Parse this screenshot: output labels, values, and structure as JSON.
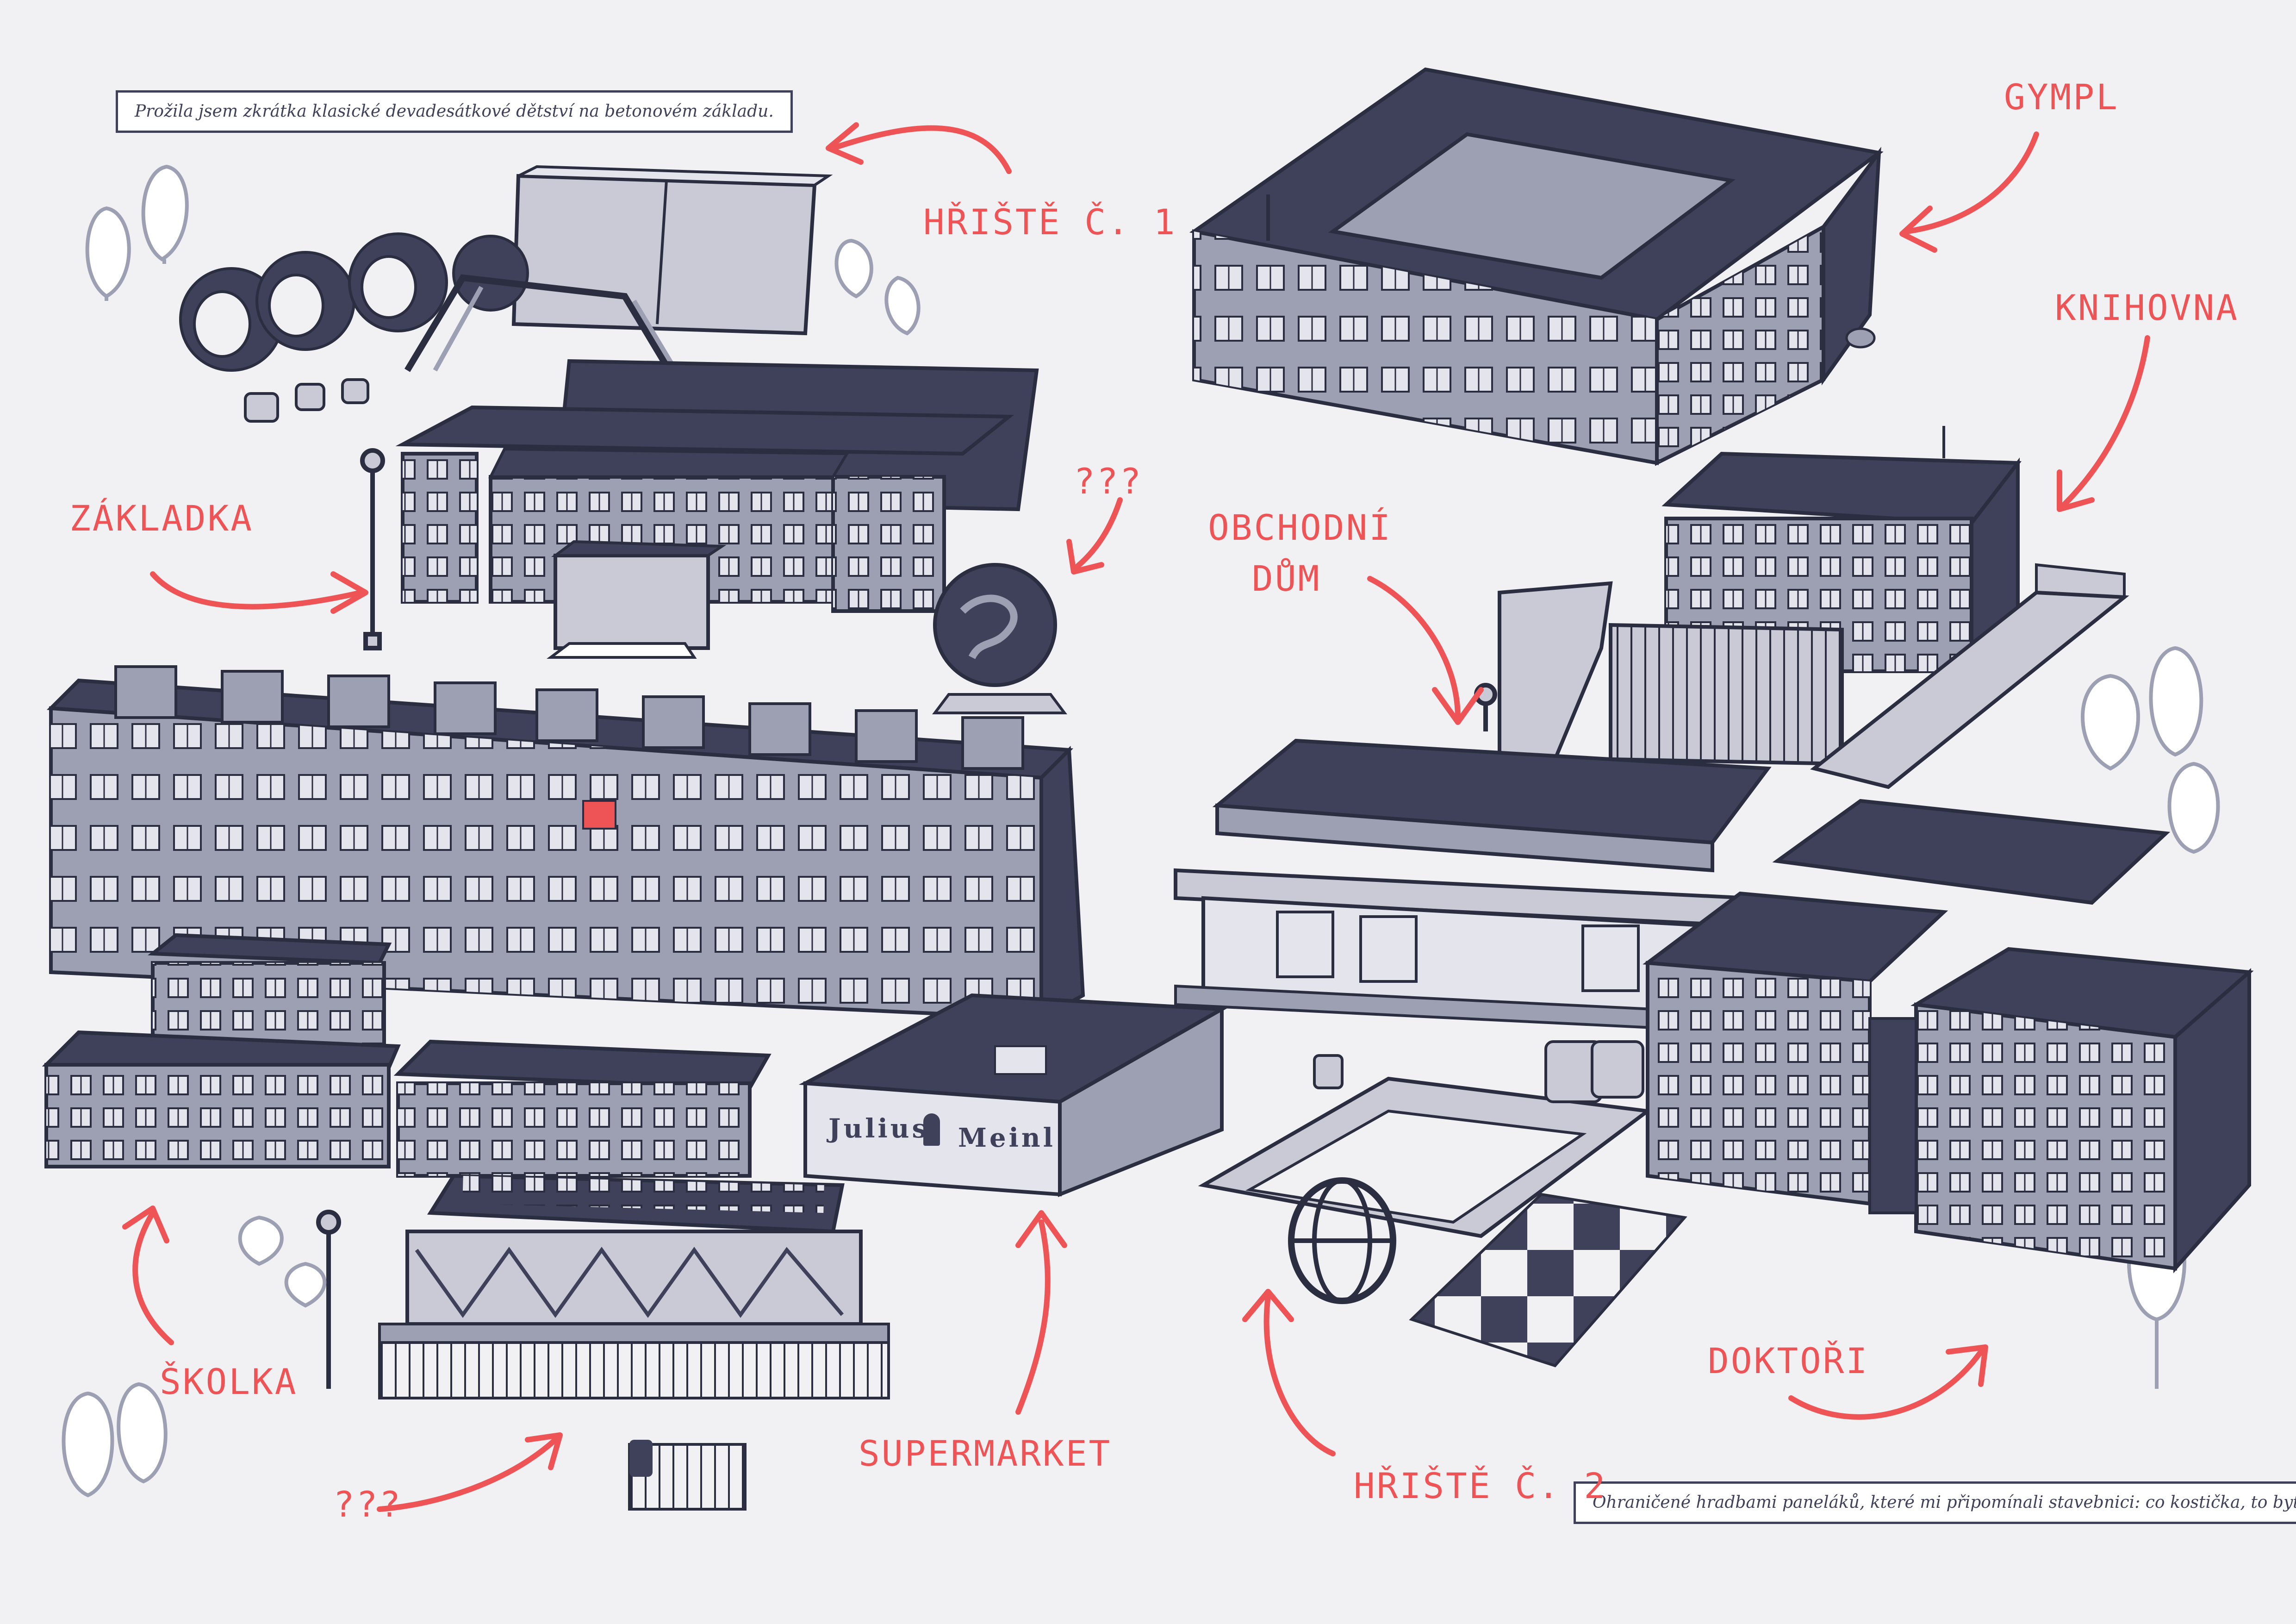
{
  "captions": {
    "top_left": "Prožila jsem zkrátka klasické devadesátkové dětství na betonovém základu.",
    "bottom_right": "Ohraničené hradbami paneláků, které mi připomínali stavebnici: co kostička, to byt."
  },
  "labels": {
    "hriste1": "HŘIŠTĚ Č. 1",
    "zakladka": "ZÁKLADKA",
    "question_top": "???",
    "skolka": "ŠKOLKA",
    "question_bottom": "???",
    "supermarket": "SUPERMARKET",
    "gympl": "GYMPL",
    "knihovna": "KNIHOVNA",
    "obchodni_line1": "OBCHODNÍ",
    "obchodni_line2": "DŮM",
    "hriste2": "HŘIŠTĚ Č. 2",
    "doktori": "DOKTOŘI"
  },
  "supermarket_sign": {
    "word1": "Julius",
    "word2": "Meinl"
  },
  "colors": {
    "background": "#f1f1f4",
    "roof": "#3e4159",
    "facade": "#9d9fb3",
    "facade_light": "#c9cad6",
    "outline": "#2b2d40",
    "accent": "#ee5356"
  }
}
